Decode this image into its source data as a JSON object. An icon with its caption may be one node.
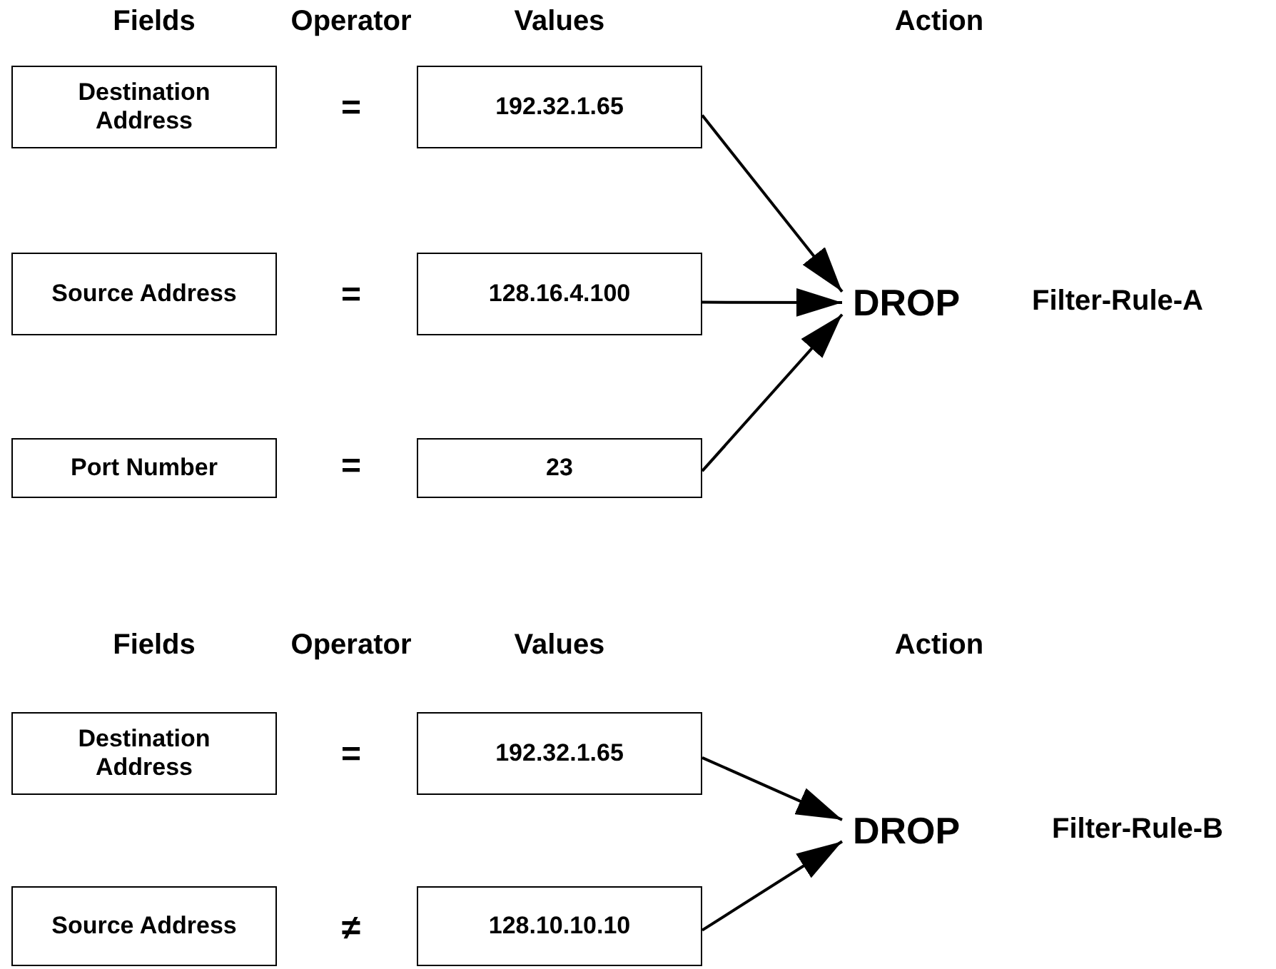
{
  "diagram": {
    "nodes": [
      {
        "text": [
          "Destination Address"
        ]
      },
      {
        "text": [
          "192.32.1.65"
        ]
      },
      {
        "text": [
          "Source Address"
        ]
      },
      {
        "text": [
          "128.16.4.100"
        ]
      },
      {
        "text": [
          "Port Number"
        ]
      },
      {
        "text": [
          "23"
        ]
      },
      {
        "text": [
          "DROP"
        ],
        "beside": [
          "Filter-Rule-A"
        ]
      },
      {
        "text": [
          "Destination Address"
        ]
      },
      {
        "text": [
          "192.32.1.65"
        ]
      },
      {
        "text": [
          "Source Address"
        ]
      },
      {
        "text": [
          "128.10.10.10"
        ]
      },
      {
        "text": [
          "DROP"
        ],
        "beside": [
          "Filter-Rule-B"
        ]
      }
    ],
    "edges": [
      {
        "from": 1,
        "to": 6,
        "arrow": "to"
      },
      {
        "from": 3,
        "to": 6,
        "arrow": "to"
      },
      {
        "from": 5,
        "to": 6,
        "arrow": "to"
      },
      {
        "from": 8,
        "to": 11,
        "arrow": "to"
      },
      {
        "from": 10,
        "to": 11,
        "arrow": "to"
      }
    ],
    "labels": [
      "Fields",
      "Operator",
      "Values",
      "Action",
      "=",
      "=",
      "=",
      "Fields",
      "Operator",
      "Values",
      "Action",
      "=",
      "≠"
    ]
  }
}
